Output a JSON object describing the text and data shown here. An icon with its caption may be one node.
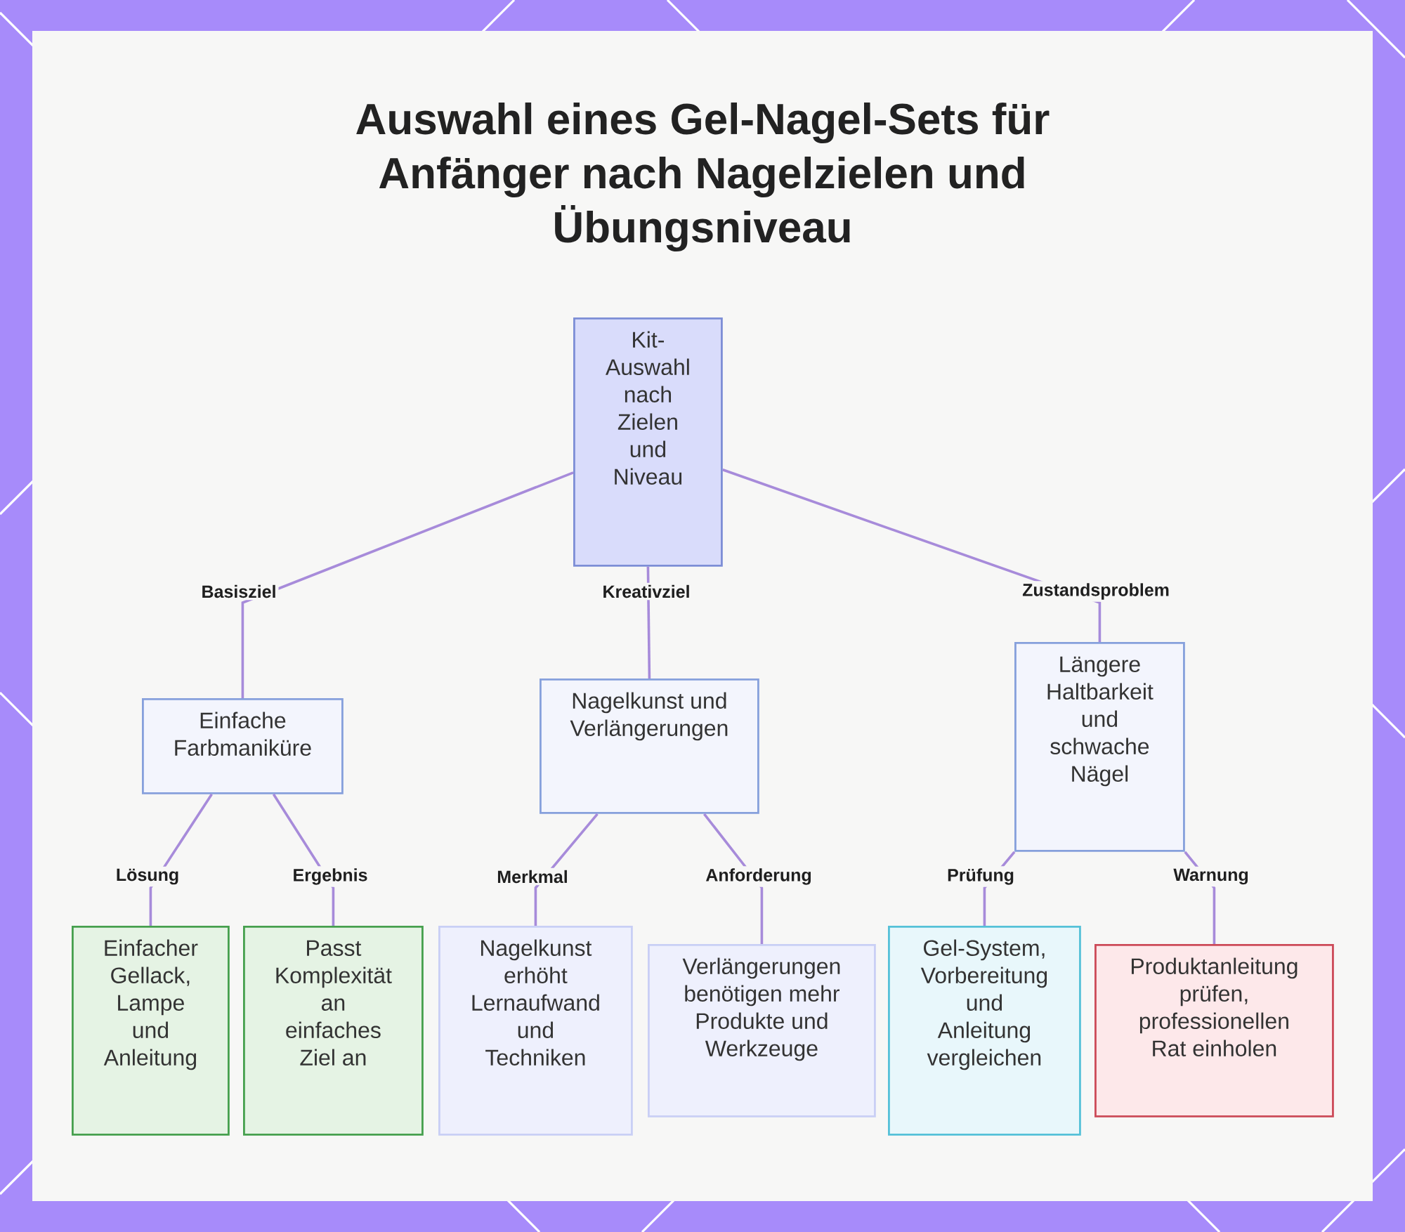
{
  "diagram": {
    "title": "Auswahl eines Gel-Nagel-Sets für Anfänger nach Nagelzielen und Übungsniveau",
    "nodes": [
      {
        "text": [
          "Kit-Auswahl nach Zielen und Niveau"
        ]
      },
      {
        "text": [
          "Einfache Farbmaniküre"
        ]
      },
      {
        "text": [
          "Nagelkunst und Verlängerungen"
        ]
      },
      {
        "text": [
          "Längere Haltbarkeit und schwache Nägel"
        ]
      },
      {
        "text": [
          "Einfacher Gellack, Lampe und Anleitung"
        ]
      },
      {
        "text": [
          "Passt Komplexität an einfaches Ziel an"
        ]
      },
      {
        "text": [
          "Nagelkunst erhöht Lernaufwand und Techniken"
        ]
      },
      {
        "text": [
          "Verlängerungen benötigen mehr Produkte und Werkzeuge"
        ]
      },
      {
        "text": [
          "Gel-System, Vorbereitung und Anleitung vergleichen"
        ]
      },
      {
        "text": [
          "Produktanleitung prüfen, professionellen Rat einholen"
        ]
      }
    ],
    "edges": [
      {
        "from": 0,
        "to": 1,
        "arrow": "none",
        "label": "Basisziel"
      },
      {
        "from": 0,
        "to": 2,
        "arrow": "none",
        "label": "Kreativziel"
      },
      {
        "from": 0,
        "to": 3,
        "arrow": "none",
        "label": "Zustandsproblem"
      },
      {
        "from": 1,
        "to": 4,
        "arrow": "none",
        "label": "Lösung"
      },
      {
        "from": 1,
        "to": 5,
        "arrow": "none",
        "label": "Ergebnis"
      },
      {
        "from": 2,
        "to": 6,
        "arrow": "none",
        "label": "Merkmal"
      },
      {
        "from": 2,
        "to": 7,
        "arrow": "none",
        "label": "Anforderung"
      },
      {
        "from": 3,
        "to": 8,
        "arrow": "none",
        "label": "Prüfung"
      },
      {
        "from": 3,
        "to": 9,
        "arrow": "none",
        "label": "Warnung"
      }
    ]
  }
}
